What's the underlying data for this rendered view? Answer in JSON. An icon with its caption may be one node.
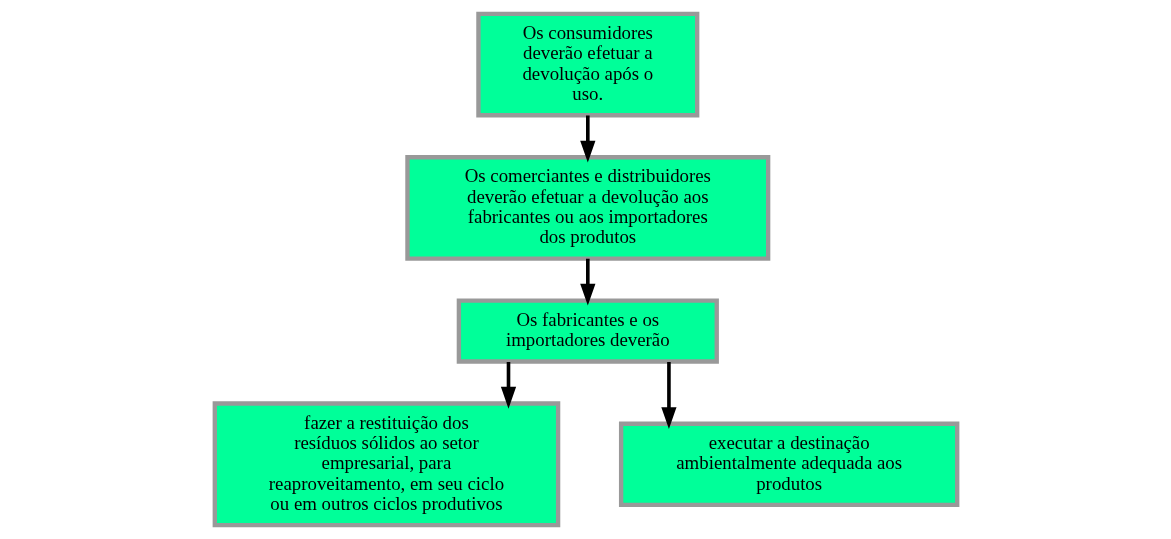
{
  "diagram": {
    "nodes": [
      {
        "text": [
          "Os consumidores deverão efetuar a devolução após o uso."
        ]
      },
      {
        "text": [
          "Os comerciantes e distribuidores deverão efetuar a devolução aos fabricantes ou aos importadores dos produtos"
        ]
      },
      {
        "text": [
          "Os fabricantes e os importadores deverão"
        ]
      },
      {
        "text": [
          "fazer a restituição dos resíduos sólidos ao setor empresarial, para reaproveitamento, em seu ciclo ou em outros ciclos produtivos"
        ]
      },
      {
        "text": [
          "executar a destinação ambientalmente adequada aos produtos"
        ]
      }
    ],
    "edges": [
      {
        "from": 0,
        "to": 1,
        "arrow": "to"
      },
      {
        "from": 1,
        "to": 2,
        "arrow": "to"
      },
      {
        "from": 2,
        "to": 3,
        "arrow": "to"
      },
      {
        "from": 2,
        "to": 4,
        "arrow": "to"
      }
    ]
  }
}
